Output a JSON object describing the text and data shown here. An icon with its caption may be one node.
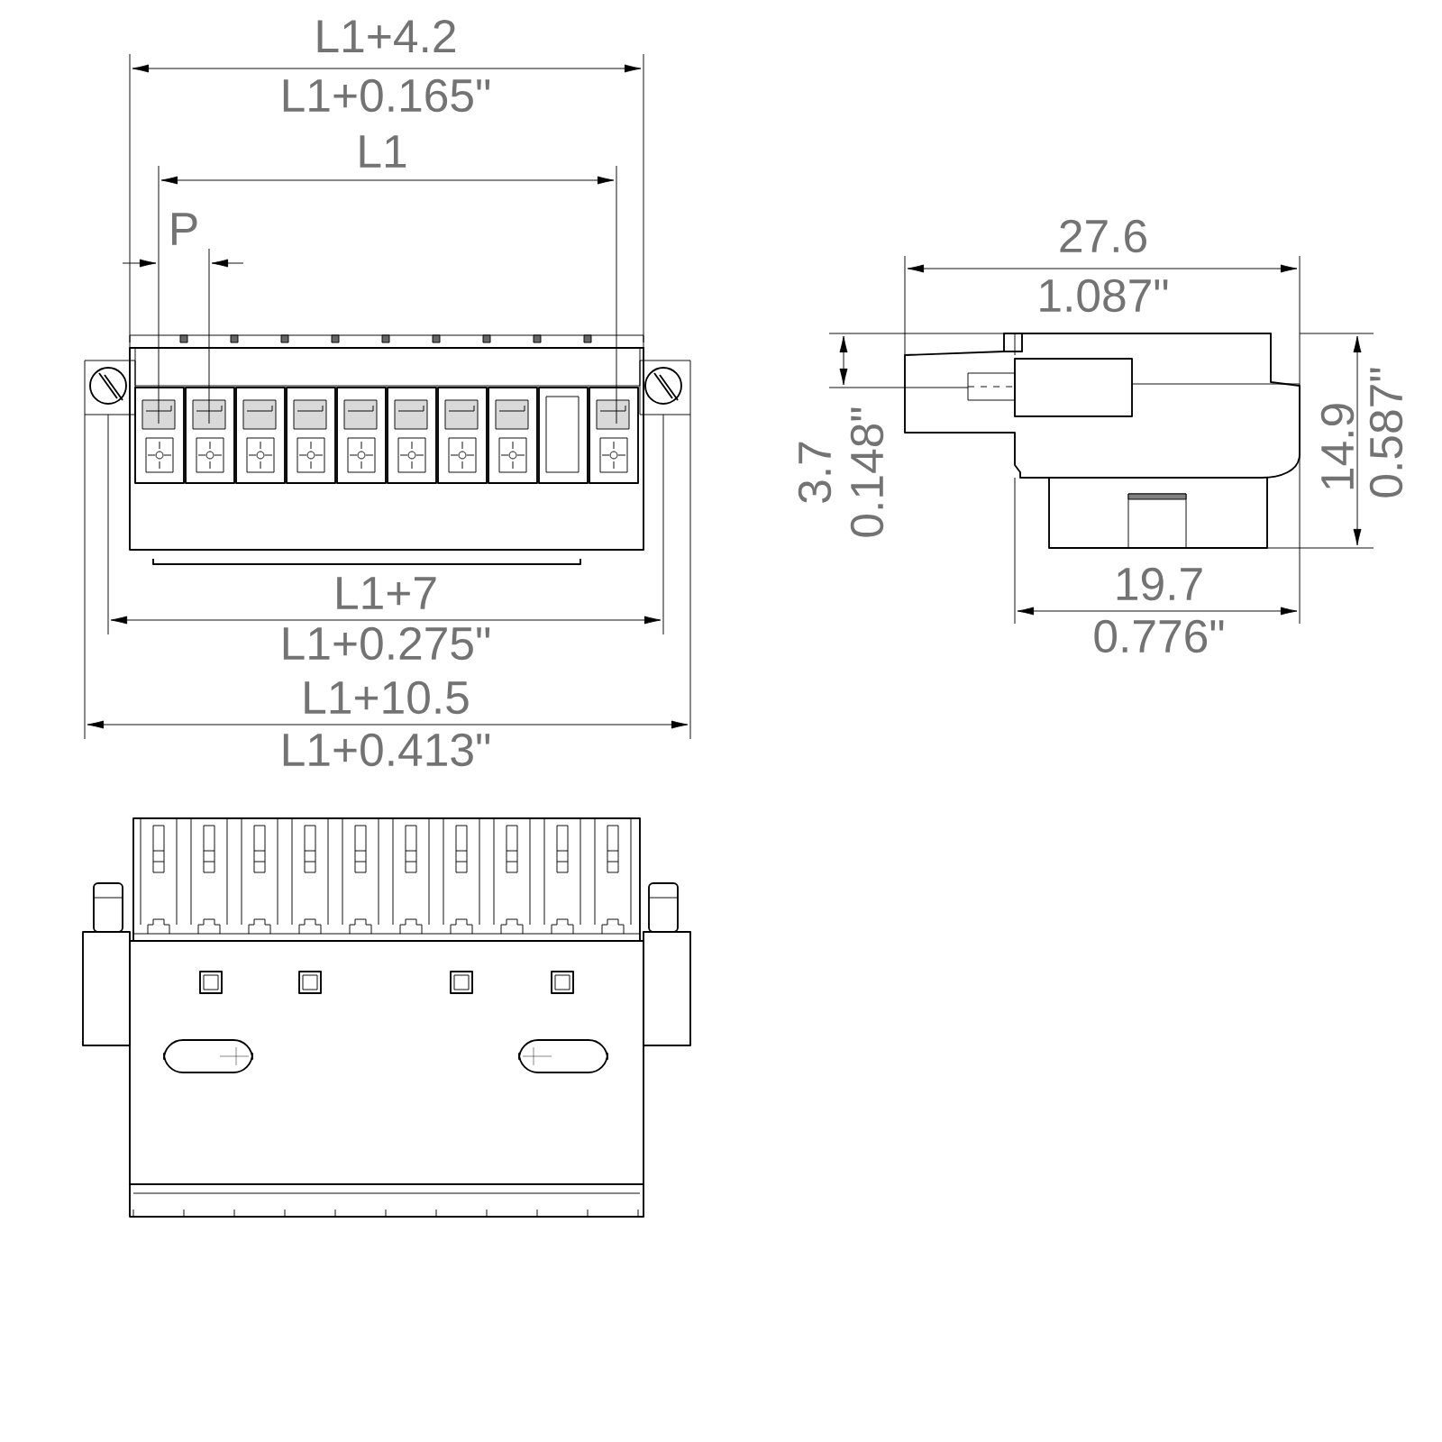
{
  "diagram": {
    "labels": [
      "L1+4.2",
      "L1+0.165\"",
      "L1",
      "P",
      "27.6",
      "1.087\"",
      "3.7",
      "0.148\"",
      "14.9",
      "0.587\"",
      "L1+7",
      "L1+0.275\"",
      "19.7",
      "0.776\"",
      "L1+10.5",
      "L1+0.413\""
    ]
  }
}
